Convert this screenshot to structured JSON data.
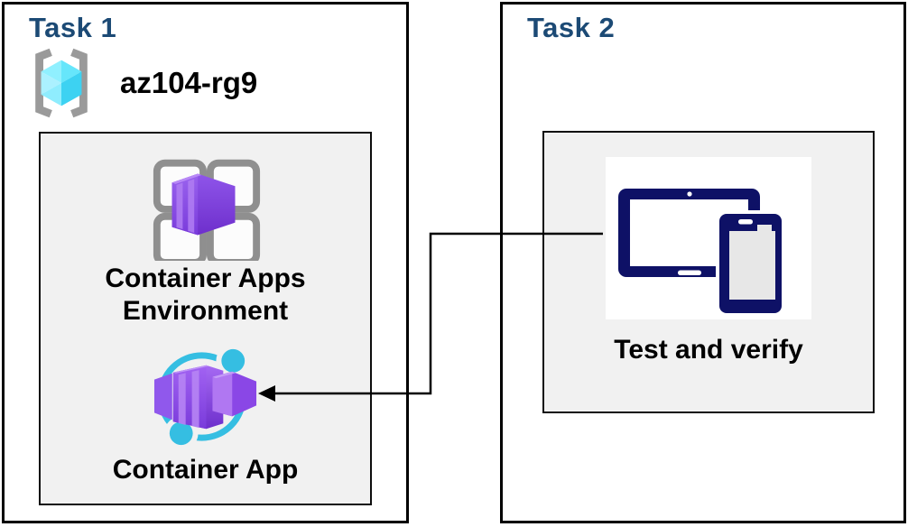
{
  "task1": {
    "title": "Task 1",
    "resource_group_name": "az104-rg9",
    "environment_label": [
      "Container Apps",
      "Environment"
    ],
    "container_app_label": "Container App"
  },
  "task2": {
    "title": "Task 2",
    "label": "Test and verify"
  },
  "icons": {
    "resource_group": "azure-resource-group-icon",
    "container_apps_environment": "container-apps-environment-icon",
    "container_app": "container-app-icon",
    "devices": "tablet-and-phone-icon",
    "connector": "left-arrow-connector"
  },
  "colors": {
    "heading": "#1C4A75",
    "panel_fill": "#F1F1F1",
    "border": "#000000",
    "bracket_gray": "#9A9A9A",
    "cube_cyan": "#3DD2F2",
    "purple": "#8A4FE8",
    "ring_cyan": "#35BEE2",
    "device_navy": "#0E1166"
  }
}
